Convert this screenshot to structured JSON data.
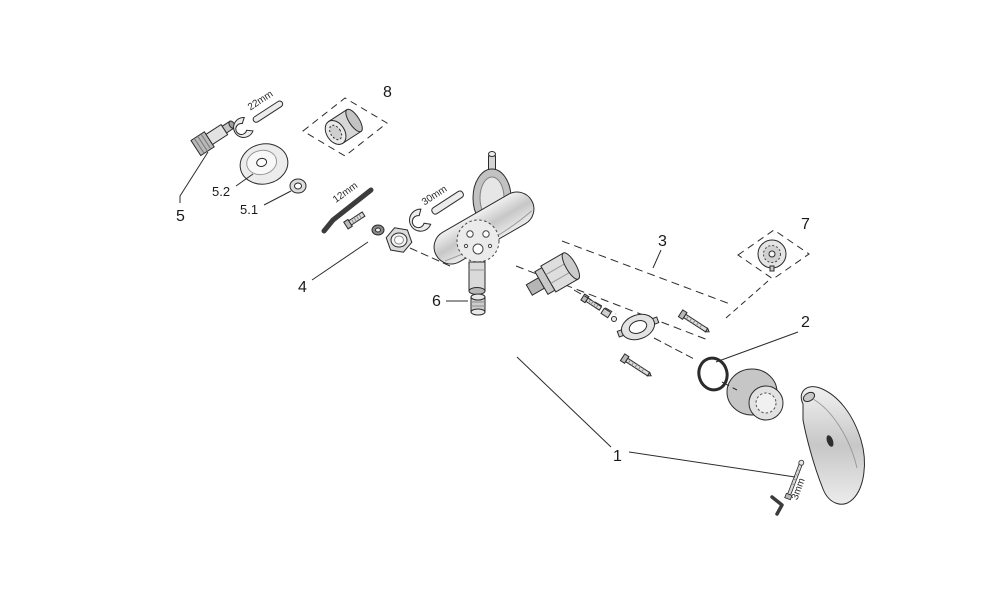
{
  "diagram": {
    "type": "exploded-parts-diagram",
    "subject": "single-lever shower mixer faucet",
    "background": "#ffffff",
    "line_color": "#2b2b2b",
    "labels": {
      "part1": "1",
      "part2": "2",
      "part3": "3",
      "part4": "4",
      "part5": "5",
      "part5_1": "5.1",
      "part5_2": "5.2",
      "part6": "6",
      "part7": "7",
      "part8": "8"
    },
    "measurements": {
      "m22": "22mm",
      "m12": "12mm",
      "m30": "30mm",
      "m3": "3mm"
    }
  }
}
